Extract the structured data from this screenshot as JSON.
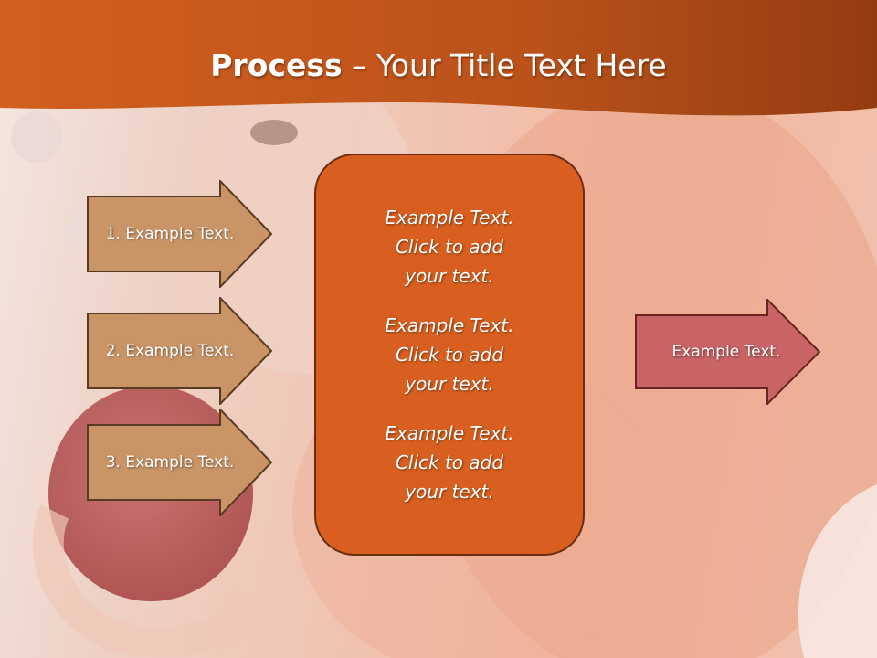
{
  "title": {
    "bold": "Process",
    "rest": " – Your Title Text Here"
  },
  "left_arrows": [
    {
      "label": "1. Example Text."
    },
    {
      "label": "2. Example Text."
    },
    {
      "label": "3. Example Text."
    }
  ],
  "center_blocks": [
    {
      "line1": "Example Text.",
      "line2": "Click  to add",
      "line3": "your text."
    },
    {
      "line1": "Example Text.",
      "line2": "Click  to add",
      "line3": "your text."
    },
    {
      "line1": "Example Text.",
      "line2": "Click  to add",
      "line3": "your text."
    }
  ],
  "right_arrow": {
    "label": "Example Text."
  },
  "colors": {
    "header": "#c4581c",
    "left_arrow_fill": "#c99466",
    "center_box_fill": "#d85f1f",
    "right_arrow_fill": "#c86466"
  }
}
